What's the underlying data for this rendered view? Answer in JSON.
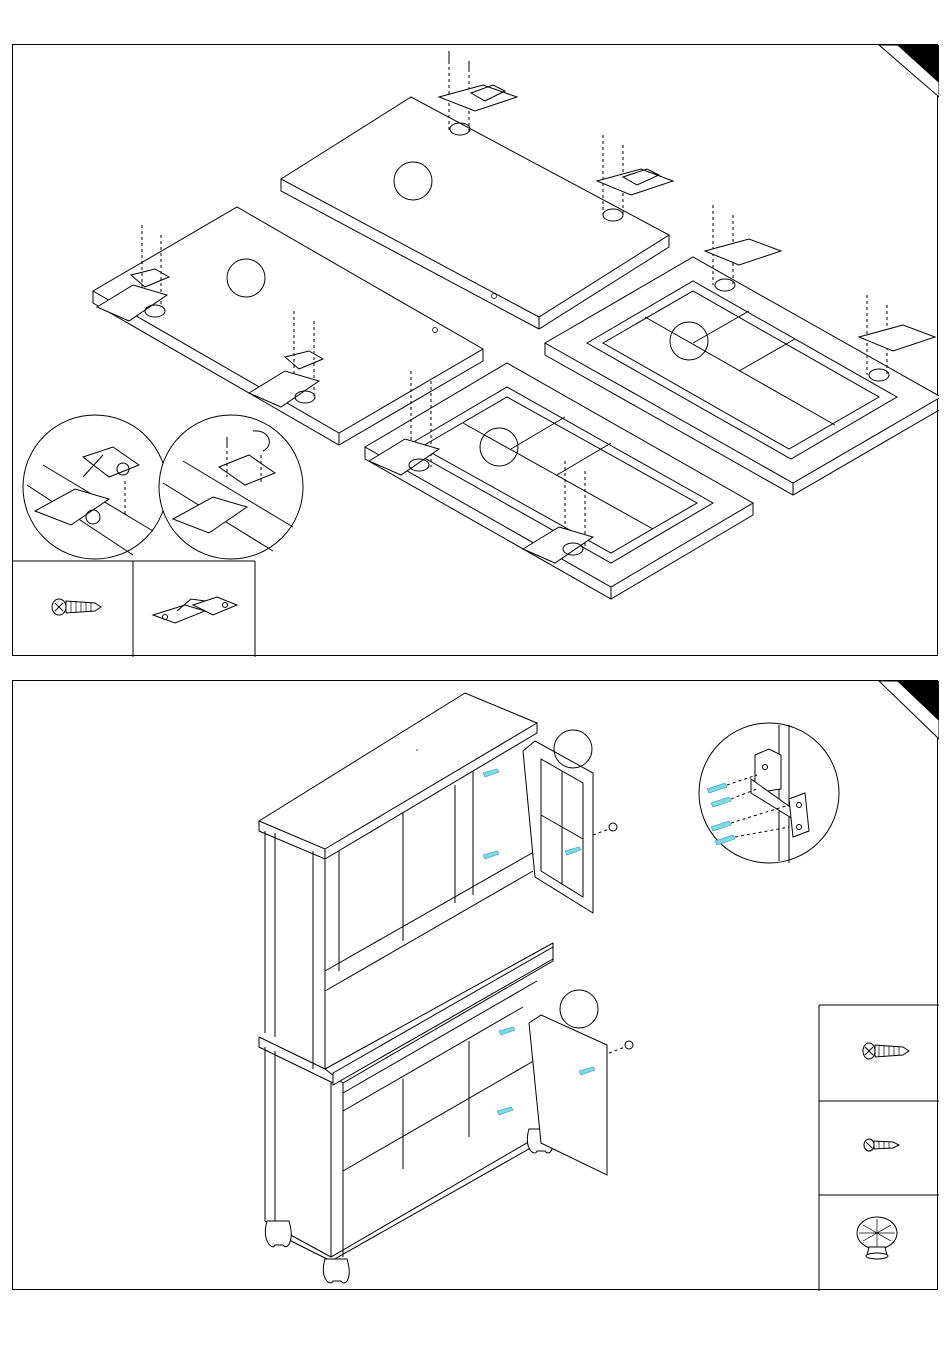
{
  "document": {
    "type": "assembly-instructions",
    "steps": [
      {
        "panel": "top",
        "action": "attach-hinges-to-doors",
        "legend": [
          {
            "icon": "hinge-screw-icon"
          },
          {
            "icon": "hinge-icon"
          }
        ]
      },
      {
        "panel": "bottom",
        "action": "mount-doors-and-knobs",
        "legend": [
          {
            "icon": "long-screw-icon"
          },
          {
            "icon": "short-screw-icon"
          },
          {
            "icon": "knob-icon"
          }
        ]
      }
    ]
  },
  "colors": {
    "line": "#000000",
    "accent_screw": "#7fd8e6",
    "background": "#ffffff"
  }
}
